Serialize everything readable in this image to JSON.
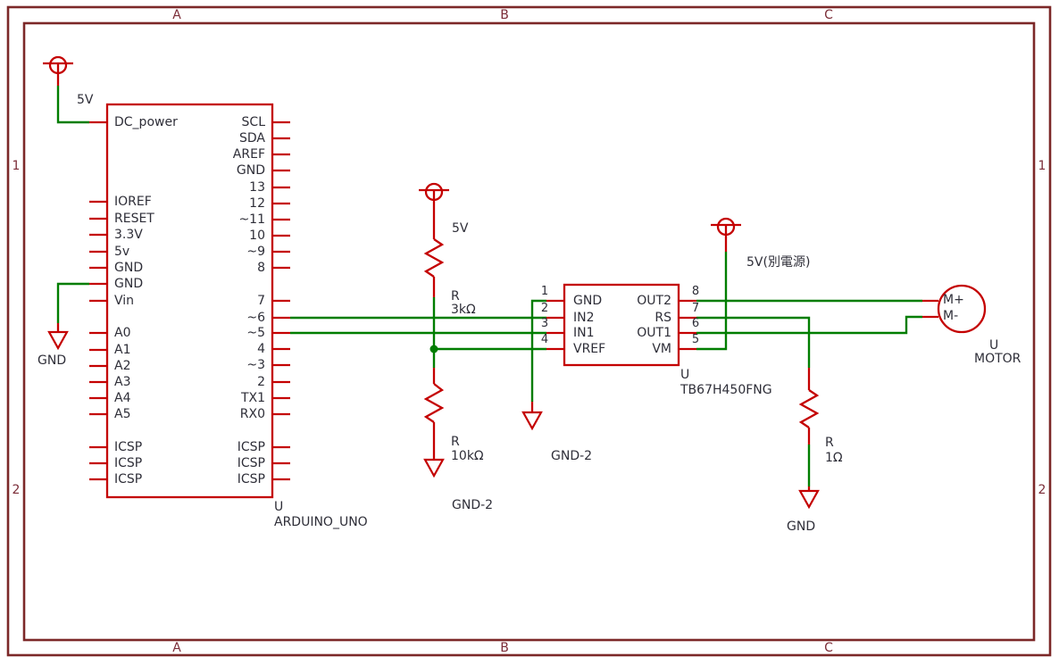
{
  "sheet": {
    "frame": {
      "columns": [
        "A",
        "B",
        "C"
      ],
      "rows": [
        "1",
        "2"
      ]
    }
  },
  "colors": {
    "wire_green": "#007d00",
    "symbol_red": "#c40000",
    "frame_maroon": "#7c2828",
    "text_dark": "#2e2e38"
  },
  "components": {
    "arduino": {
      "ref": "U",
      "value": "ARDUINO_UNO",
      "left_pins": [
        "DC_power",
        "IOREF",
        "RESET",
        "3.3V",
        "5v",
        "GND",
        "GND",
        "Vin",
        "A0",
        "A1",
        "A2",
        "A3",
        "A4",
        "A5",
        "ICSP",
        "ICSP",
        "ICSP"
      ],
      "right_pins": [
        "SCL",
        "SDA",
        "AREF",
        "GND",
        "13",
        "12",
        "~11",
        "10",
        "~9",
        "8",
        "7",
        "~6",
        "~5",
        "4",
        "~3",
        "2",
        "TX1",
        "RX0",
        "ICSP",
        "ICSP",
        "ICSP"
      ]
    },
    "driver_ic": {
      "ref": "U",
      "value": "TB67H450FNG",
      "left_pins": [
        {
          "number": "1",
          "name": "GND"
        },
        {
          "number": "2",
          "name": "IN2"
        },
        {
          "number": "3",
          "name": "IN1"
        },
        {
          "number": "4",
          "name": "VREF"
        }
      ],
      "right_pins": [
        {
          "number": "8",
          "name": "OUT2"
        },
        {
          "number": "7",
          "name": "RS"
        },
        {
          "number": "6",
          "name": "OUT1"
        },
        {
          "number": "5",
          "name": "VM"
        }
      ]
    },
    "motor": {
      "ref": "U",
      "value": "MOTOR",
      "pins": [
        "M+",
        "M-"
      ]
    },
    "resistors": [
      {
        "ref": "R",
        "value": "3kΩ"
      },
      {
        "ref": "R",
        "value": "10kΩ"
      },
      {
        "ref": "R",
        "value": "1Ω"
      }
    ]
  },
  "power_labels": {
    "left_5v": "5V",
    "mid_5v": "5V",
    "right_5v": "5V(別電源)"
  },
  "ground_labels": {
    "left": "GND",
    "under_10k": "GND-2",
    "under_ic": "GND-2",
    "right": "GND"
  }
}
